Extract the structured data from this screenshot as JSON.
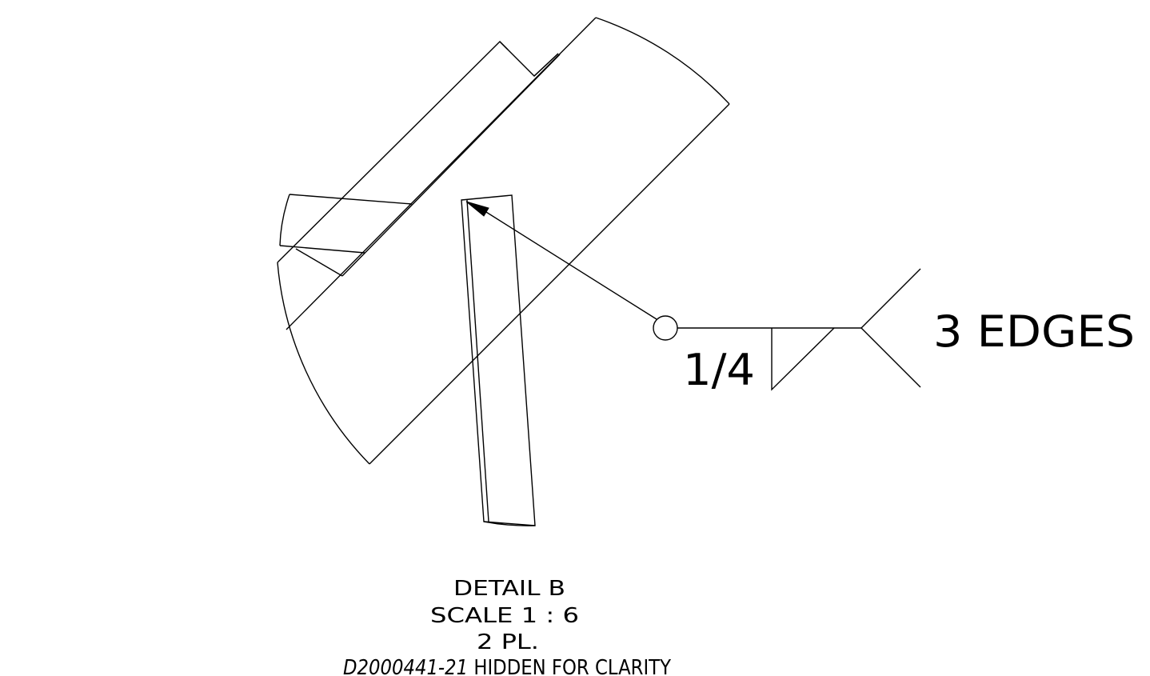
{
  "weld_symbol": {
    "size": "1/4",
    "note": "3 EDGES"
  },
  "detail_caption": {
    "title": "DETAIL B",
    "scale": "SCALE 1 : 6",
    "places": "2 PL.",
    "hidden_part": "D2000441-21",
    "hidden_note": " HIDDEN FOR CLARITY"
  }
}
